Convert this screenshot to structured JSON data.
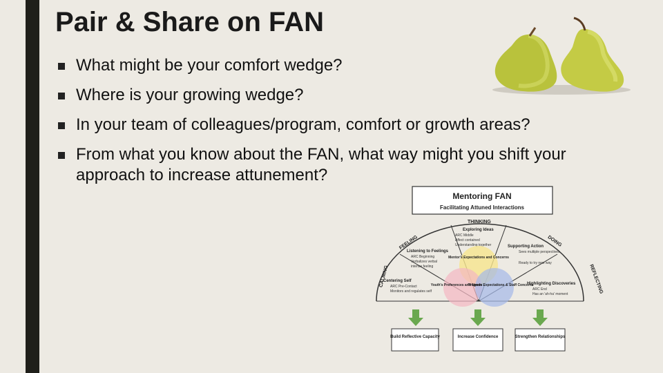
{
  "slide": {
    "title": "Pair & Share on FAN",
    "bullets": [
      "What might be your comfort wedge?",
      "Where is your growing wedge?",
      "In your team of colleagues/program, comfort or growth areas?",
      "From what you know about the FAN, what way might you shift your approach to increase attunement?"
    ]
  },
  "image": {
    "icon": "pears-photo"
  },
  "diagram": {
    "title": "Mentoring FAN",
    "subtitle": "Facilitating Attuned Interactions",
    "arc_labels": [
      "THINKING",
      "FEELING",
      "DOING",
      "CALMING",
      "REFLECTING"
    ],
    "sections": {
      "exploring": {
        "heading": "Exploring Ideas",
        "items": [
          "ARC Middle",
          "Affect contained",
          "Understanding together"
        ]
      },
      "listening": {
        "heading": "Listening to Feelings",
        "items": [
          "ARC Beginning",
          "Verbalizes verbal",
          "intense feeling"
        ]
      },
      "supporting": {
        "heading": "Supporting Action",
        "items": [
          "Sees multiple perspectives",
          "Ready to try new way"
        ]
      },
      "centering": {
        "heading": "Centering Self",
        "items": [
          "ARC Pre-Contact",
          "Monitors and regulates self"
        ]
      },
      "highlighting": {
        "heading": "Highlighting Discoveries",
        "items": [
          "ARC End",
          "Has an 'ah-ha' moment"
        ]
      }
    },
    "venn": {
      "top": "Mentor's Expectations and Concerns",
      "left": "Youth's Preferences and Needs",
      "right": "Program Expectations & Staff Concerns"
    },
    "outcomes": [
      "Build Reflective Capacity",
      "Increase Confidence",
      "Strengthen Relationships"
    ],
    "colors": {
      "box_border": "#333333",
      "arrow_green": "#6aa84f",
      "venn_yellow": "#f6e58d",
      "venn_pink": "#f4b6c2",
      "venn_blue": "#a4b8e8"
    }
  }
}
